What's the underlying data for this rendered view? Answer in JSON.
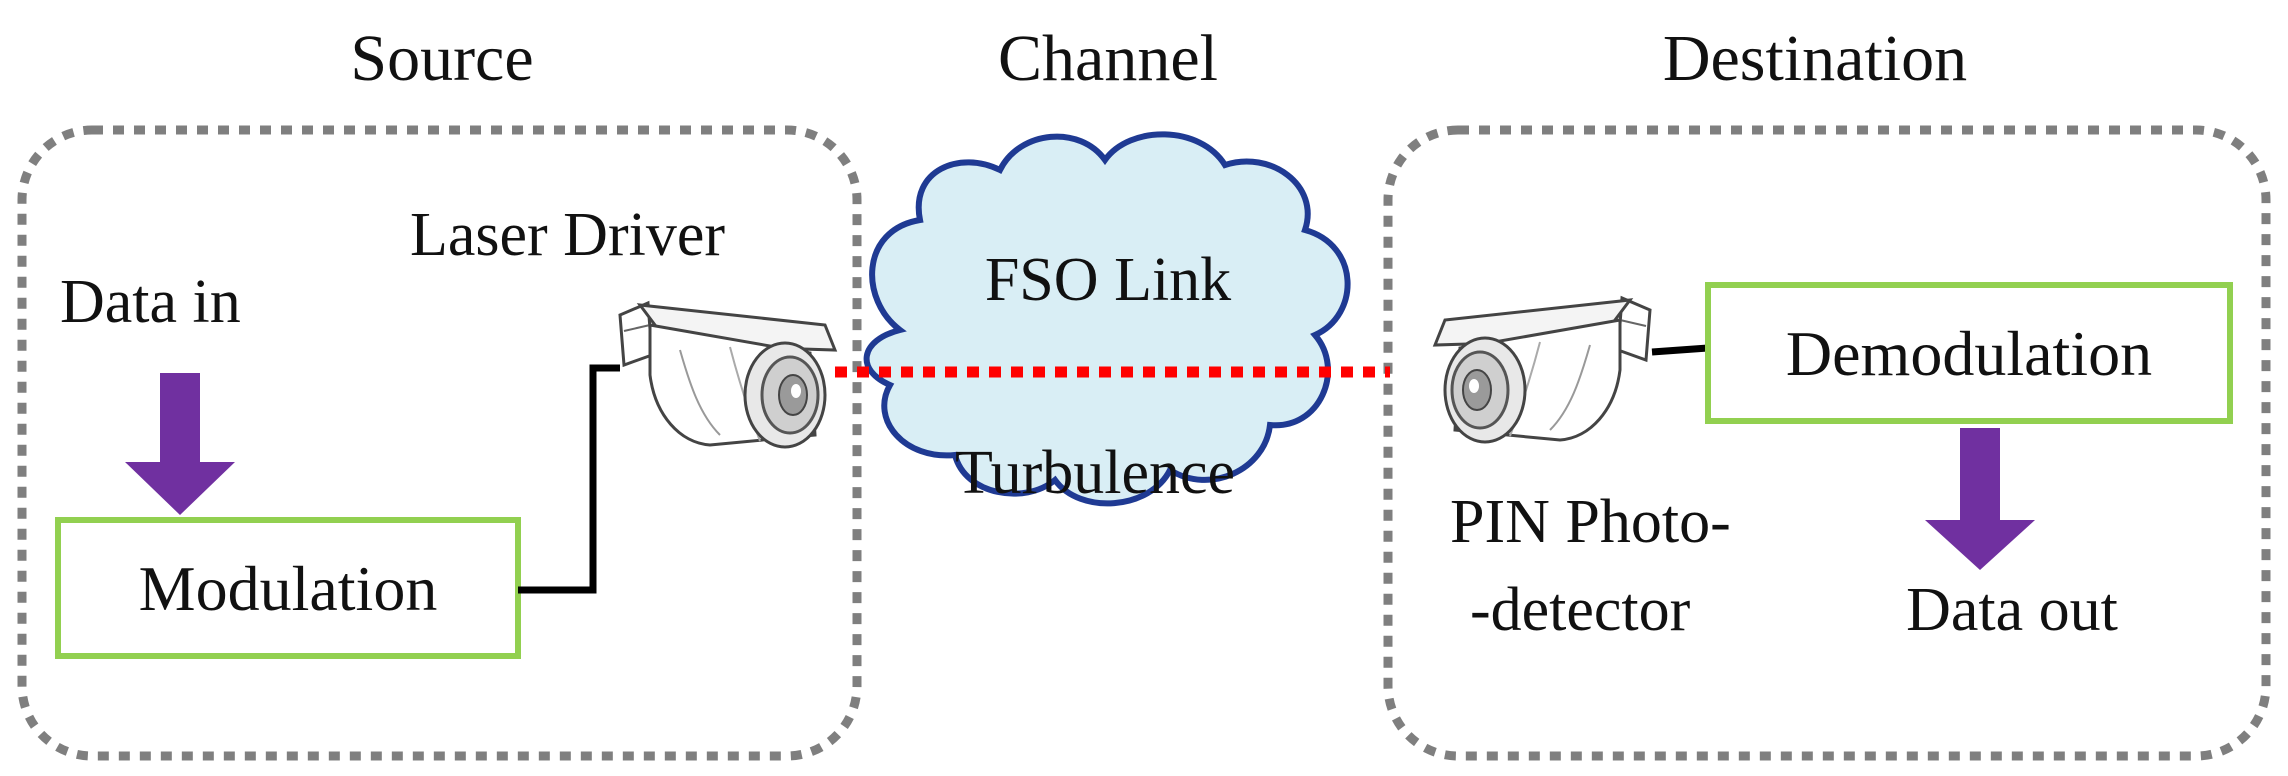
{
  "sections": {
    "source": "Source",
    "channel": "Channel",
    "destination": "Destination"
  },
  "source": {
    "data_in": "Data in",
    "modulation": "Modulation",
    "laser_driver": "Laser Driver"
  },
  "channel": {
    "fso_link": "FSO Link",
    "turbulence": "Turbulence"
  },
  "destination": {
    "demodulation": "Demodulation",
    "pin_line1": "PIN Photo-",
    "pin_line2": "-detector",
    "data_out": "Data out"
  },
  "colors": {
    "group_border": "#7f7f7f",
    "box_border": "#92d050",
    "arrow": "#7030a0",
    "beam": "#ff0000",
    "cloud_fill": "#d9eef5",
    "cloud_stroke": "#1f3a93",
    "wire": "#000000"
  },
  "icons": {
    "transmitter": "laser-camera-icon",
    "receiver": "photodetector-camera-icon",
    "channel": "cloud-icon"
  }
}
